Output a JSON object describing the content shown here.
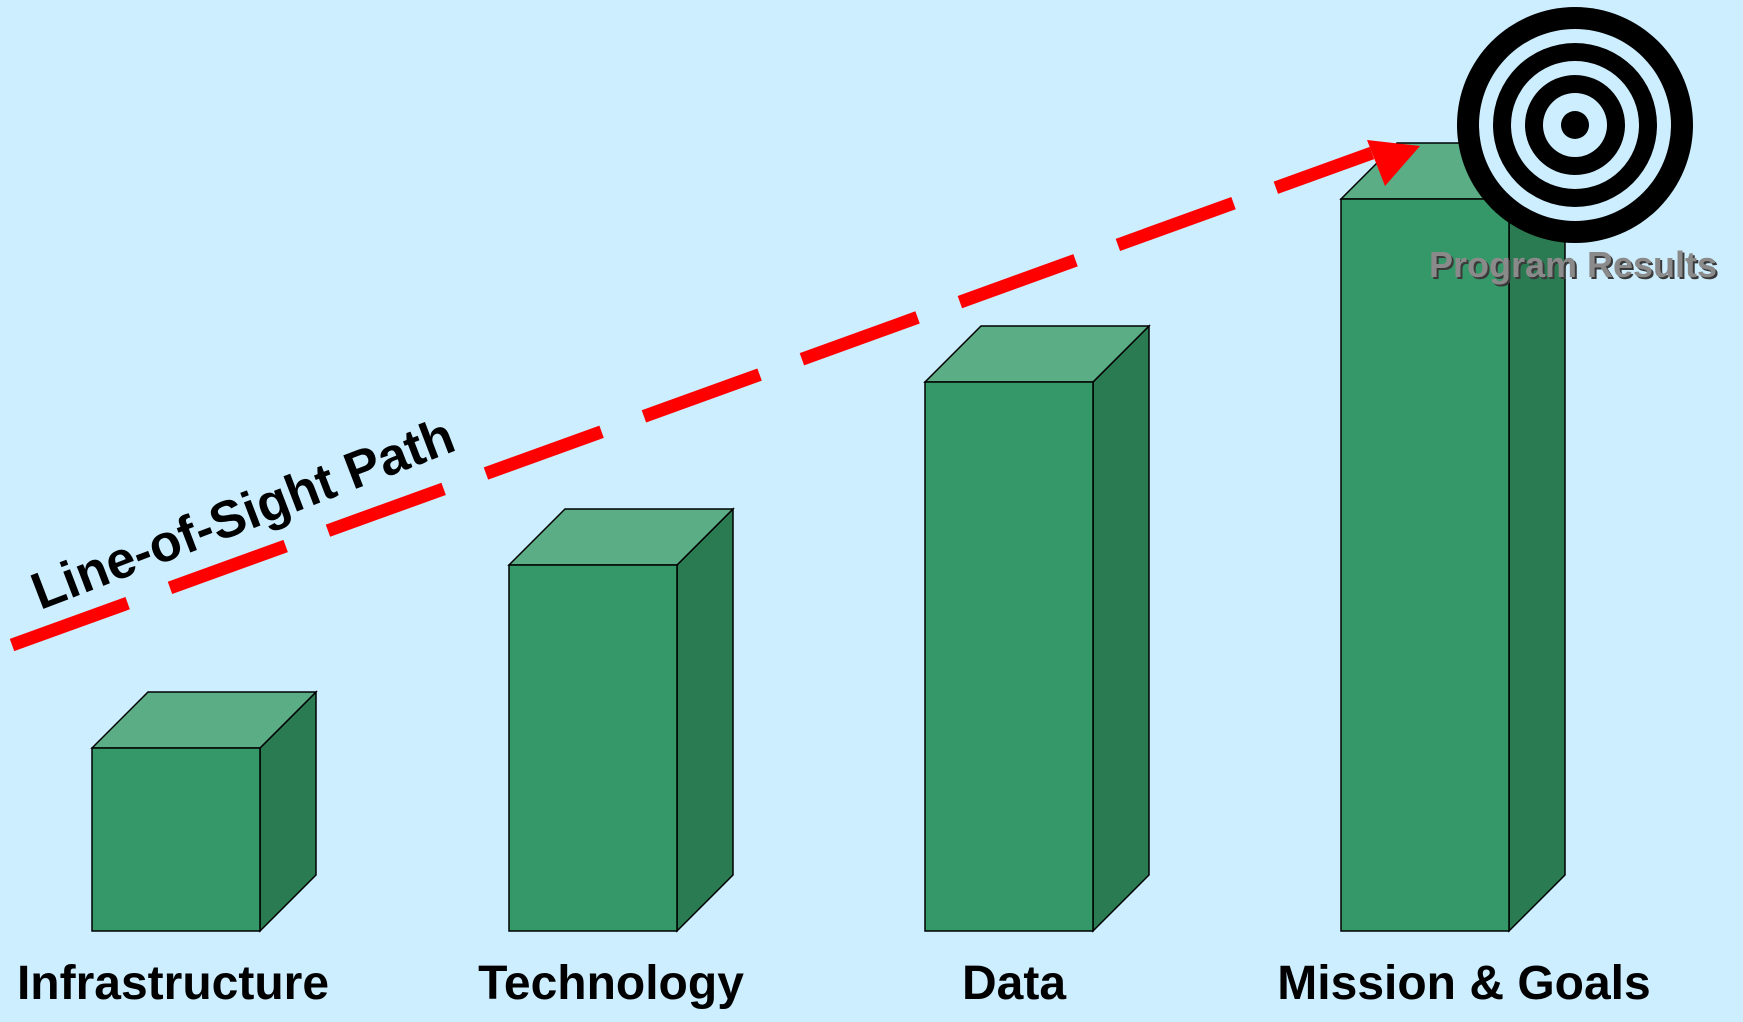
{
  "path": {
    "label": "Line-of-Sight Path",
    "color": "#ff0000"
  },
  "target": {
    "icon": "bullseye-target-icon",
    "label": "Program Results",
    "color": "#000000"
  },
  "bars": [
    {
      "label": "Infrastructure",
      "value": 1
    },
    {
      "label": "Technology",
      "value": 2
    },
    {
      "label": "Data",
      "value": 3
    },
    {
      "label": "Mission & Goals",
      "value": 4
    }
  ],
  "colors": {
    "background": "#cdeefe",
    "bar_front": "#359868",
    "bar_top": "#5aad85",
    "bar_side": "#2a7b52"
  }
}
